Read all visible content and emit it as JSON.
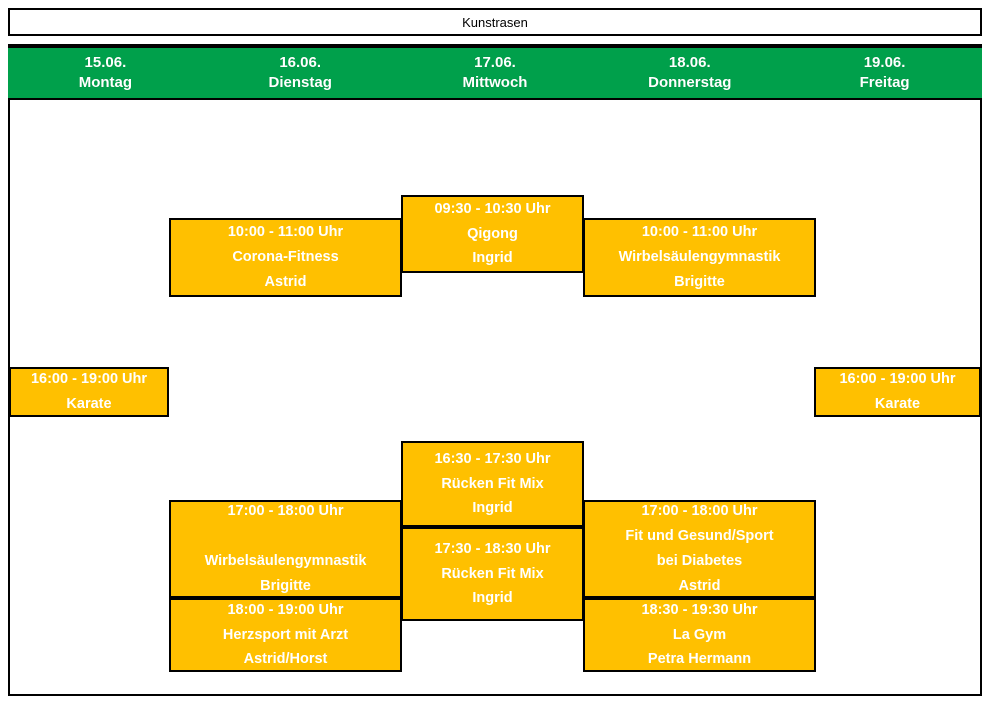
{
  "page": {
    "title": "Kunstrasen",
    "colors": {
      "header_green": "#00a04b",
      "event_orange": "#ffc000",
      "event_text": "#ffffff",
      "border": "#000000",
      "background": "#ffffff"
    }
  },
  "days": [
    {
      "date": "15.06.",
      "name": "Montag"
    },
    {
      "date": "16.06.",
      "name": "Dienstag"
    },
    {
      "date": "17.06.",
      "name": "Mittwoch"
    },
    {
      "date": "18.06.",
      "name": "Donnerstag"
    },
    {
      "date": "19.06.",
      "name": "Freitag"
    }
  ],
  "events": [
    {
      "id": "mon-karate",
      "day": "Montag",
      "time": "16:00 - 19:00 Uhr",
      "title": "Karate",
      "instructor": ""
    },
    {
      "id": "tue-corona-fitness",
      "day": "Dienstag",
      "time": "10:00 - 11:00 Uhr",
      "title": "Corona-Fitness",
      "instructor": "Astrid"
    },
    {
      "id": "tue-wirbelsaeulengymnastik",
      "day": "Dienstag",
      "time": "17:00 - 18:00 Uhr",
      "title": "Wirbelsäulengymnastik",
      "instructor": "Brigitte"
    },
    {
      "id": "tue-herzsport",
      "day": "Dienstag",
      "time": "18:00 - 19:00 Uhr",
      "title": "Herzsport mit Arzt",
      "instructor": "Astrid/Horst"
    },
    {
      "id": "wed-qigong",
      "day": "Mittwoch",
      "time": "09:30 - 10:30 Uhr",
      "title": "Qigong",
      "instructor": "Ingrid"
    },
    {
      "id": "wed-ruecken-fit-mix-1630",
      "day": "Mittwoch",
      "time": "16:30 - 17:30 Uhr",
      "title": "Rücken Fit Mix",
      "instructor": "Ingrid"
    },
    {
      "id": "wed-ruecken-fit-mix-1730",
      "day": "Mittwoch",
      "time": "17:30 - 18:30 Uhr",
      "title": "Rücken Fit Mix",
      "instructor": "Ingrid"
    },
    {
      "id": "thu-wirbelsaeulengymnastik",
      "day": "Donnerstag",
      "time": "10:00 - 11:00 Uhr",
      "title": "Wirbelsäulengymnastik",
      "instructor": "Brigitte"
    },
    {
      "id": "thu-fit-und-gesund",
      "day": "Donnerstag",
      "time": "17:00 - 18:00 Uhr",
      "title_line1": "Fit und Gesund/Sport",
      "title_line2": "bei Diabetes",
      "instructor": "Astrid"
    },
    {
      "id": "thu-la-gym",
      "day": "Donnerstag",
      "time": "18:30 - 19:30 Uhr",
      "title": "La Gym",
      "instructor": "Petra Hermann"
    },
    {
      "id": "fri-karate",
      "day": "Freitag",
      "time": "16:00 - 19:00 Uhr",
      "title": "Karate",
      "instructor": ""
    }
  ]
}
